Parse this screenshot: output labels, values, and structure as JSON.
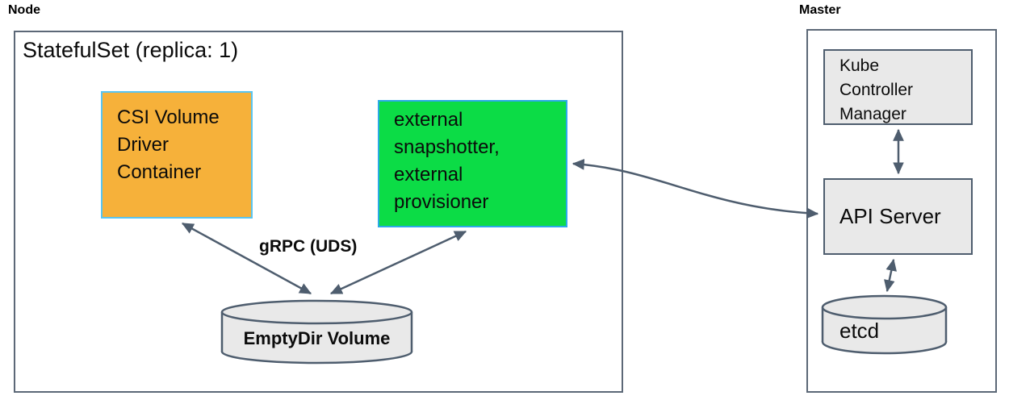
{
  "colors": {
    "csi_box_fill": "#F6B13A",
    "csi_box_border": "#59C5F2",
    "sidecar_box_fill": "#0CDC46",
    "sidecar_box_border": "#2BA9E8",
    "gray_fill": "#E9E9E9",
    "line_color": "#4E5D6E"
  },
  "node_section": {
    "title": "Node",
    "statefulset_title": "StatefulSet (replica: 1)",
    "csi_driver_container": "CSI Volume\nDriver\nContainer",
    "sidecar_container": "external\nsnapshotter,\nexternal\nprovisioner",
    "grpc_label": "gRPC (UDS)",
    "emptydir_volume": "EmptyDir Volume"
  },
  "master_section": {
    "title": "Master",
    "kube_controller_manager": "Kube\nController\nManager",
    "api_server": "API Server",
    "etcd": "etcd"
  },
  "edges": [
    {
      "from": "csi-driver-container",
      "to": "emptydir-volume",
      "bidirectional": true,
      "label": "gRPC (UDS)"
    },
    {
      "from": "sidecar-container",
      "to": "emptydir-volume",
      "bidirectional": true,
      "label": "gRPC (UDS)"
    },
    {
      "from": "sidecar-container",
      "to": "api-server",
      "bidirectional": true
    },
    {
      "from": "kube-controller-manager",
      "to": "api-server",
      "bidirectional": true
    },
    {
      "from": "api-server",
      "to": "etcd",
      "bidirectional": true
    }
  ]
}
